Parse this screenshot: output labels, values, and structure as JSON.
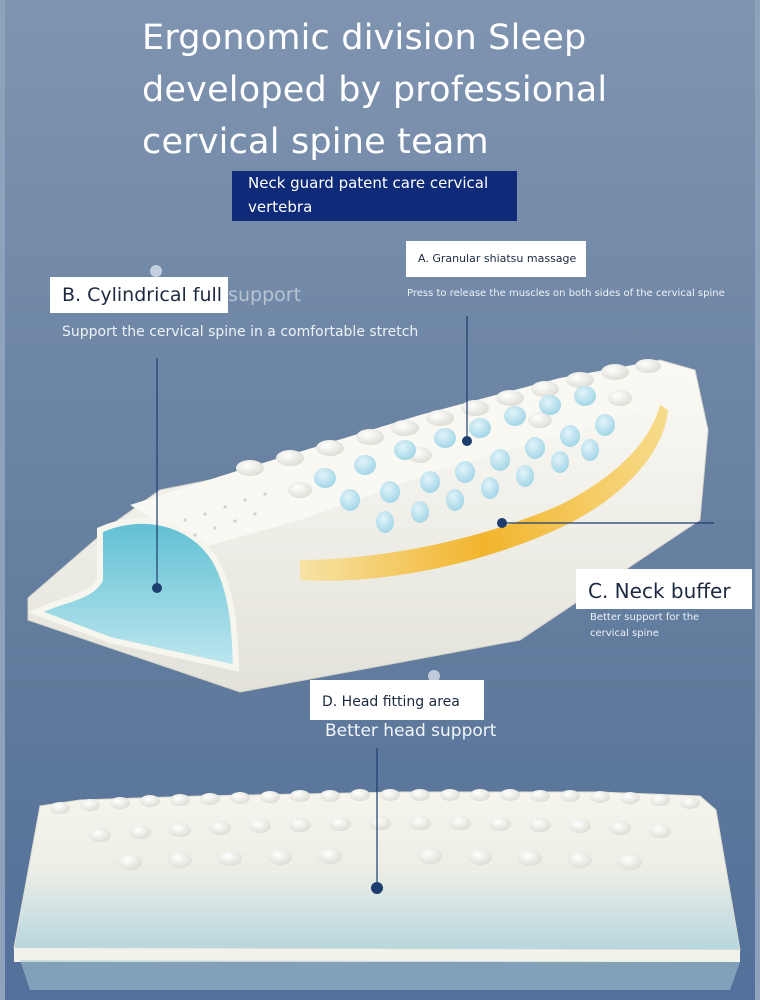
{
  "headline": "Ergonomic division Sleep\ndeveloped by professional\ncervical spine team",
  "patent_box": "Neck guard patent care cervical vertebra",
  "labels": {
    "a": {
      "title": "A. Granular shiatsu massage",
      "desc": "Press to release the muscles on both sides of the cervical spine"
    },
    "b": {
      "title_part1": "B. Cylindrical full",
      "title_part2": " support",
      "desc": "Support the cervical spine in a comfortable stretch"
    },
    "c": {
      "title": "C. Neck buffer",
      "desc": "Better support for the cervical spine"
    },
    "d": {
      "title": "D. Head fitting area",
      "desc": "Better head support"
    }
  },
  "colors": {
    "background": "#6f87a6",
    "patent_box": "#0e2a78",
    "pointer": "#1c3d6e",
    "pillow": "#f6f5ee",
    "inner_core": "#74c7d8",
    "buffer_layer": "#f2b42c"
  }
}
